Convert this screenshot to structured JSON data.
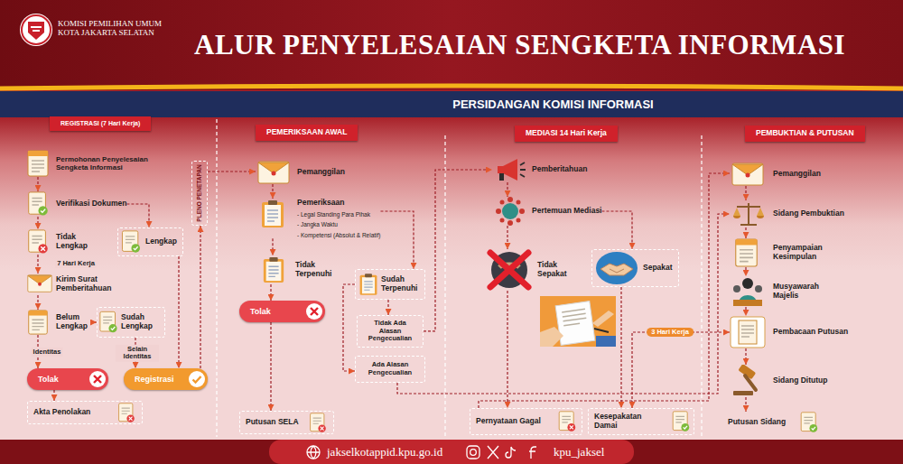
{
  "diagram": {
    "title": "ALUR PENYELESAIAN SENGKETA INFORMASI",
    "nodes": [
      {
        "text": [
          "REGISTRASI (7 Hari Kerja)"
        ]
      },
      {
        "text": [
          "PEMERIKSAAN AWAL"
        ]
      },
      {
        "text": [
          "MEDIASI 14 Hari Kerja"
        ]
      },
      {
        "text": [
          "PEMBUKTIAN & PUTUSAN"
        ]
      },
      {
        "text": [
          "Permohonan Penyelesaian Sengketa Informasi"
        ]
      },
      {
        "text": [
          "Verifikasi Dokumen"
        ]
      },
      {
        "text": [
          "Lengkap"
        ]
      },
      {
        "text": [
          "Tidak Lengkap"
        ]
      },
      {
        "text": [
          "Kirim Surat Pemberitahuan"
        ]
      },
      {
        "text": [
          "Belum Lengkap"
        ]
      },
      {
        "text": [
          "Sudah Lengkap"
        ]
      },
      {
        "text": [
          "Tolak"
        ]
      },
      {
        "text": [
          "Registrasi"
        ]
      },
      {
        "text": [
          "Akta Penolakan"
        ]
      },
      {
        "text": [
          "PLENO PENETAPAN"
        ]
      },
      {
        "text": [
          "Pemanggilan"
        ]
      },
      {
        "text": [
          "Pemeriksaan",
          "- Legal Standing Para Pihak",
          "- Jangka Waktu",
          "- Kompetensi (Absolut & Relatif)"
        ]
      },
      {
        "text": [
          "Tidak Terpenuhi"
        ]
      },
      {
        "text": [
          "Sudah Terpenuhi"
        ]
      },
      {
        "text": [
          "Tolak"
        ]
      },
      {
        "text": [
          "Tidak Ada Alasan Pengecualian"
        ]
      },
      {
        "text": [
          "Ada Alasan Pengecualian"
        ]
      },
      {
        "text": [
          "Putusan SELA"
        ]
      },
      {
        "text": [
          "Pemberitahuan"
        ]
      },
      {
        "text": [
          "Pertemuan Mediasi"
        ]
      },
      {
        "text": [
          "Tidak Sepakat"
        ]
      },
      {
        "text": [
          "Sepakat"
        ]
      },
      {
        "text": [
          "Pernyataan Gagal"
        ]
      },
      {
        "text": [
          "Kesepakatan Damai"
        ]
      },
      {
        "text": [
          "Pemanggilan"
        ]
      },
      {
        "text": [
          "Sidang Pembuktian"
        ]
      },
      {
        "text": [
          "Penyampaian Kesimpulan"
        ]
      },
      {
        "text": [
          "Musyawarah Majelis"
        ]
      },
      {
        "text": [
          "Pembacaan Putusan"
        ]
      },
      {
        "text": [
          "Sidang Ditutup"
        ]
      },
      {
        "text": [
          "Putusan Sidang"
        ]
      }
    ],
    "edges": [
      {
        "from": 4,
        "to": 5,
        "arrow": "to"
      },
      {
        "from": 5,
        "to": 7,
        "arrow": "to"
      },
      {
        "from": 5,
        "to": 6,
        "arrow": "to"
      },
      {
        "from": 7,
        "to": 8,
        "arrow": "to",
        "label": "7 Hari Kerja"
      },
      {
        "from": 8,
        "to": 9,
        "arrow": "to"
      },
      {
        "from": 9,
        "to": 11,
        "arrow": "to",
        "label": "Identitas"
      },
      {
        "from": 9,
        "to": 10,
        "arrow": "to"
      },
      {
        "from": 10,
        "to": 12,
        "arrow": "to",
        "label": "Selain Identitas"
      },
      {
        "from": 6,
        "to": 12,
        "arrow": "to"
      },
      {
        "from": 11,
        "to": 13,
        "arrow": "to"
      },
      {
        "from": 12,
        "to": 14,
        "arrow": "to"
      },
      {
        "from": 14,
        "to": 15,
        "arrow": "to"
      },
      {
        "from": 15,
        "to": 16,
        "arrow": "to"
      },
      {
        "from": 16,
        "to": 17,
        "arrow": "to"
      },
      {
        "from": 16,
        "to": 18,
        "arrow": "to"
      },
      {
        "from": 17,
        "to": 19,
        "arrow": "to"
      },
      {
        "from": 18,
        "to": 20,
        "arrow": "to"
      },
      {
        "from": 18,
        "to": 21,
        "arrow": "to"
      },
      {
        "from": 19,
        "to": 22,
        "arrow": "to"
      },
      {
        "from": 20,
        "to": 23,
        "arrow": "to"
      },
      {
        "from": 21,
        "to": 30,
        "arrow": "to"
      },
      {
        "from": 23,
        "to": 24,
        "arrow": "to"
      },
      {
        "from": 24,
        "to": 25,
        "arrow": "to"
      },
      {
        "from": 24,
        "to": 26,
        "arrow": "to"
      },
      {
        "from": 25,
        "to": 27,
        "arrow": "to"
      },
      {
        "from": 26,
        "to": 28,
        "arrow": "to"
      },
      {
        "from": 28,
        "to": 33,
        "arrow": "both",
        "label": "3 Hari Kerja"
      },
      {
        "from": 27,
        "to": 29,
        "arrow": "to"
      },
      {
        "from": 29,
        "to": 30,
        "arrow": "to"
      },
      {
        "from": 30,
        "to": 31,
        "arrow": "to"
      },
      {
        "from": 31,
        "to": 32,
        "arrow": "to"
      },
      {
        "from": 32,
        "to": 33,
        "arrow": "to"
      },
      {
        "from": 33,
        "to": 34,
        "arrow": "to"
      },
      {
        "from": 34,
        "to": 35,
        "arrow": "to"
      }
    ],
    "labels": [
      "KOMISI PEMILIHAN UMUM KOTA JAKARTA SELATAN",
      "PERSIDANGAN KOMISI INFORMASI",
      "jakselkotappid.kpu.go.id",
      "kpu_jaksel"
    ]
  }
}
